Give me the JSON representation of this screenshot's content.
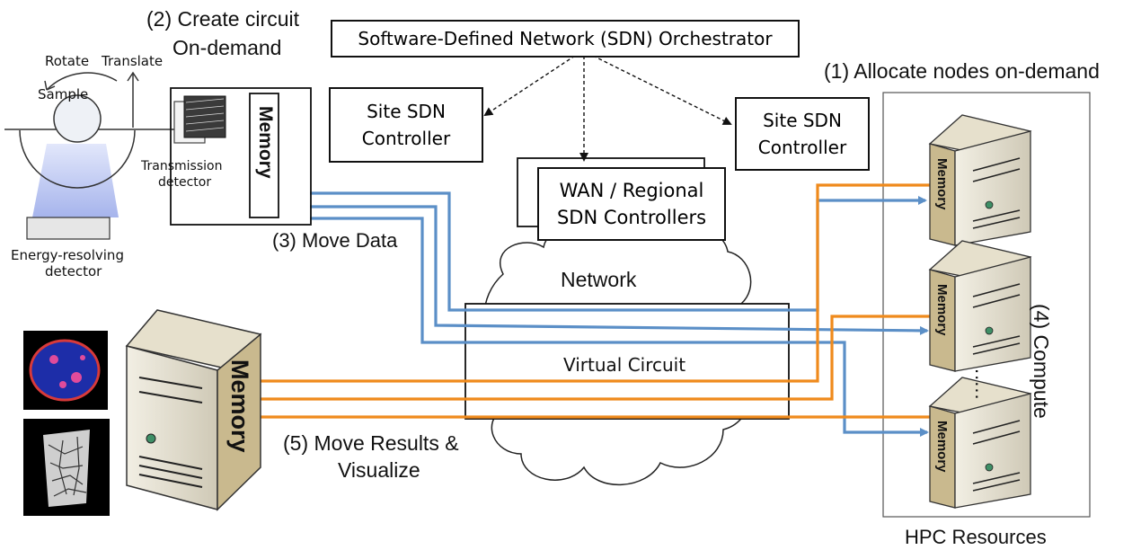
{
  "title": "",
  "orchestrator": {
    "label": "Software-Defined Network (SDN) Orchestrator"
  },
  "site_left": {
    "line1": "Site SDN",
    "line2": "Controller"
  },
  "site_right": {
    "line1": "Site SDN",
    "line2": "Controller"
  },
  "wan": {
    "line1": "WAN /  Regional",
    "line2": "SDN Controllers"
  },
  "network": {
    "cloud_label": "Network",
    "circuit_label": "Virtual Circuit"
  },
  "steps": {
    "create_circuit_1": "(2) Create circuit",
    "create_circuit_2": "On-demand",
    "allocate": "(1) Allocate nodes on-demand",
    "move_data": "(3) Move Data",
    "compute": "(4) Compute",
    "move_results_1": "(5) Move Results &",
    "move_results_2": "Visualize"
  },
  "instrument": {
    "rotate": "Rotate",
    "translate": "Translate",
    "sample": "Sample",
    "transmission_1": "Transmission",
    "transmission_2": "detector",
    "energy_1": "Energy-resolving",
    "energy_2": "detector",
    "memory": "Memory"
  },
  "local_server": {
    "memory": "Memory"
  },
  "hpc": {
    "caption": "HPC Resources",
    "node_memory": [
      "Memory",
      "Memory",
      "Memory"
    ],
    "ellipsis": "....."
  },
  "colors": {
    "data_flow": "#5b8fc7",
    "results_flow": "#ef8a1c",
    "beam": "#b8c4ef",
    "server_tan": "#c9b98e"
  }
}
